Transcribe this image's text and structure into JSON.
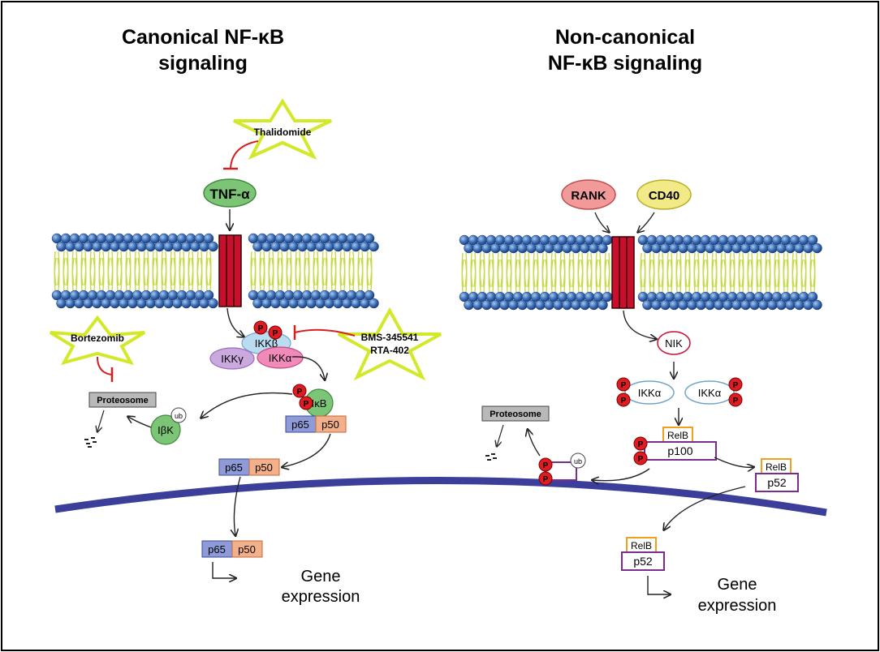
{
  "titles": {
    "canonical_line1": "Canonical NF-κB",
    "canonical_line2": "signaling",
    "noncanonical_line1": "Non-canonical",
    "noncanonical_line2": "NF-κB signaling"
  },
  "canonical": {
    "drug_thalidomide": "Thalidomide",
    "ligand": "TNF-α",
    "drug_bortezomib": "Bortezomib",
    "drug_bms_line1": "BMS-345541",
    "drug_bms_line2": "RTA-402",
    "ikk_beta": "IKKβ",
    "ikk_gamma": "IKKγ",
    "ikk_alpha": "IKKα",
    "phospho": "P",
    "ikb": "IκB",
    "p65": "p65",
    "p50": "p50",
    "proteosome": "Proteosome",
    "ibk": "IβK",
    "ub": "ub",
    "gene_line1": "Gene",
    "gene_line2": "expression"
  },
  "noncanonical": {
    "receptor_rank": "RANK",
    "receptor_cd40": "CD40",
    "nik": "NIK",
    "ikk_alpha": "IKKα",
    "phospho": "P",
    "relb": "RelB",
    "p100": "p100",
    "p52": "p52",
    "proteosome": "Proteosome",
    "ub": "ub",
    "gene_line1": "Gene",
    "gene_line2": "expression"
  },
  "colors": {
    "membrane_head": "#3b6fb8",
    "membrane_tail": "#c8d84a",
    "receptor": "#c8102e",
    "nucleus_membrane": "#3b3f99",
    "phospho": "#e01b22",
    "inhibitor": "#d62020",
    "star_border": "#d4e82a",
    "green_protein": "#7cc576",
    "ikk_beta": "#b9dcf0",
    "ikk_gamma": "#c9a9de",
    "ikk_alpha": "#f08ab8",
    "p65": "#8e9bd8",
    "p50": "#f4b08a",
    "rank": "#f29a9a",
    "cd40": "#f2ea86",
    "relb_border": "#f0a020",
    "p100_border": "#7b2d8e"
  }
}
